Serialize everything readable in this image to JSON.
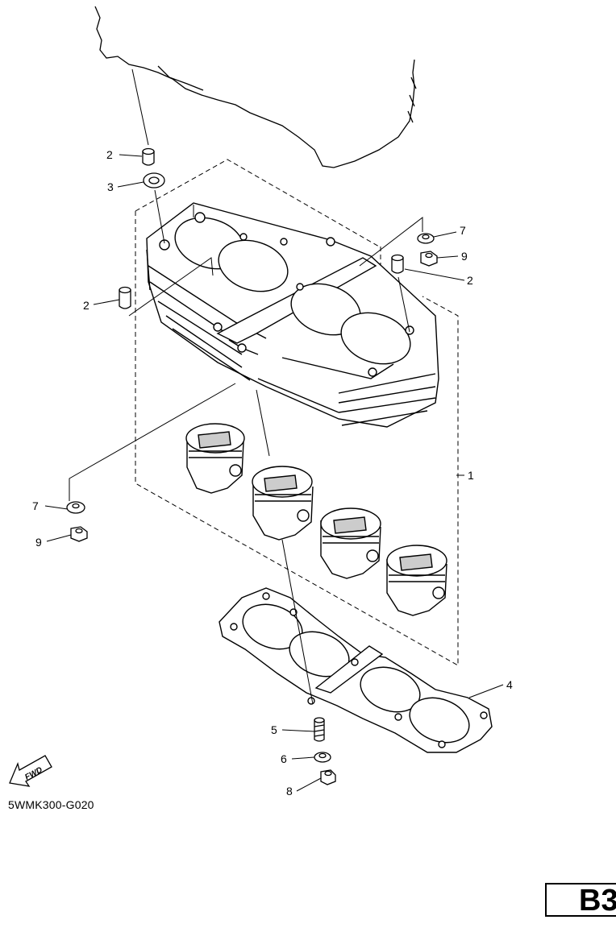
{
  "diagram": {
    "drawing_code": "5WMK300-G020",
    "section_code": "B3",
    "direction_label": "FWD",
    "callouts": [
      {
        "id": "c2a",
        "label": "2"
      },
      {
        "id": "c3",
        "label": "3"
      },
      {
        "id": "c7a",
        "label": "7"
      },
      {
        "id": "c9a",
        "label": "9"
      },
      {
        "id": "c2b",
        "label": "2"
      },
      {
        "id": "c2c",
        "label": "2"
      },
      {
        "id": "c1",
        "label": "1"
      },
      {
        "id": "c7b",
        "label": "7"
      },
      {
        "id": "c9b",
        "label": "9"
      },
      {
        "id": "c4",
        "label": "4"
      },
      {
        "id": "c5",
        "label": "5"
      },
      {
        "id": "c6",
        "label": "6"
      },
      {
        "id": "c8",
        "label": "8"
      }
    ]
  }
}
